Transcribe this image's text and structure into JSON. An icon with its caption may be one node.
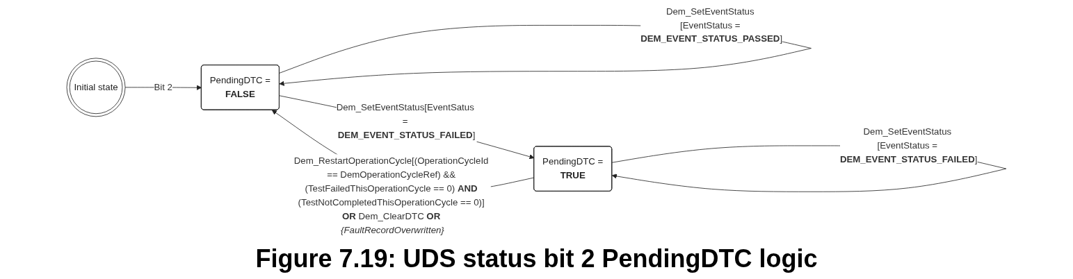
{
  "diagram": {
    "caption": "Figure 7.19: UDS status bit 2 PendingDTC logic",
    "nodes": [
      {
        "text": [
          "Initial state"
        ]
      },
      {
        "text": [
          "PendingDTC =",
          "**FALSE**"
        ]
      },
      {
        "text": [
          "PendingDTC =",
          "**TRUE**"
        ]
      }
    ],
    "edges": [
      {
        "from": 0,
        "to": 1,
        "arrow": "to",
        "label": "Bit 2"
      },
      {
        "from": 1,
        "to": 1,
        "arrow": "to",
        "label": "Dem_SetEventStatus [EventStatus = **DEM_EVENT_STATUS_PASSED**]"
      },
      {
        "from": 2,
        "to": 1,
        "arrow": "to",
        "label": "Dem_RestartOperationCycle[(OperationCycleId == DemOperationCycleRef) && (TestFailedThisOperationCycle == 0) **AND** (TestNotCompletedThisOperationCycle == 0)] **OR** Dem_ClearDTC **OR** *{FaultRecordOverwritten}*"
      },
      {
        "from": 1,
        "to": 2,
        "arrow": "to",
        "label": "Dem_SetEventStatus[EventSatus = **DEM_EVENT_STATUS_FAILED**]"
      },
      {
        "from": 2,
        "to": 2,
        "arrow": "to",
        "label": "Dem_SetEventStatus [EventStatus = **DEM_EVENT_STATUS_FAILED**]"
      }
    ]
  }
}
